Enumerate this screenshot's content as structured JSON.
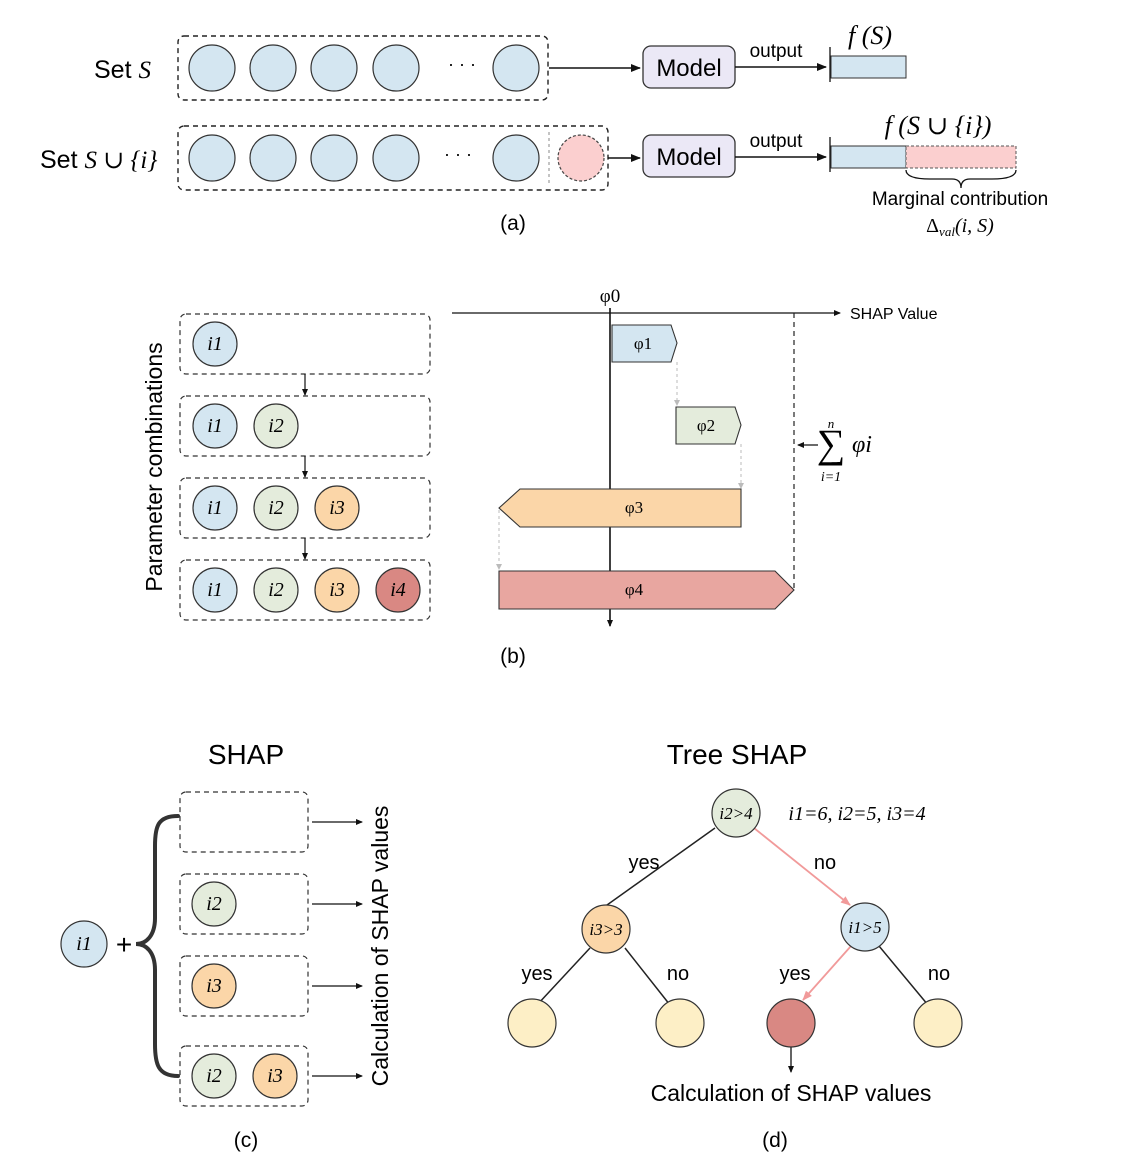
{
  "colors": {
    "blue": "#d4e6f1",
    "green": "#e4ecdc",
    "orange": "#fbd6a8",
    "red": "#e8a6a0",
    "red_dark": "#d98883",
    "pink": "#fbcfcf",
    "yellow": "#fdefc6",
    "model": "#ebe8f6",
    "arrow_red": "#f19a9a"
  },
  "panel_a": {
    "row1_label_text": "Set ",
    "row1_label_var": "S",
    "row2_label_text": "Set ",
    "row2_label_var": "S ∪ {i}",
    "ellipsis": "· · ·",
    "model_label": "Model",
    "output_label": "output",
    "f_s": "f (S)",
    "f_s_union": "f (S ∪ {i})",
    "marginal_label": "Marginal contribution",
    "delta_symbol": "Δ",
    "delta_sub": "val",
    "delta_args": "(i, S)",
    "caption": "(a)"
  },
  "panel_b": {
    "y_label": "Parameter combinations",
    "x_axis_label": "SHAP Value",
    "phi0": "φ0",
    "phi1": "φ1",
    "phi2": "φ2",
    "phi3": "φ3",
    "phi4": "φ4",
    "i1": "i1",
    "i2": "i2",
    "i3": "i3",
    "i4": "i4",
    "sum_n": "n",
    "sum_symbol": "∑",
    "sum_term": "φi",
    "sum_lower": "i=1",
    "caption": "(b)"
  },
  "panel_c": {
    "title": "SHAP",
    "i1": "i1",
    "plus": "+",
    "i2": "i2",
    "i3": "i3",
    "vertical_label": "Calculation of SHAP values",
    "caption": "(c)"
  },
  "panel_d": {
    "title": "Tree SHAP",
    "root_node": "i2>4",
    "values_text": "i1=6, i2=5, i3=4",
    "left_node": "i3>3",
    "right_node": "i1>5",
    "yes1": "yes",
    "no1": "no",
    "yes2": "yes",
    "no2": "no",
    "yes3": "yes",
    "no3": "no",
    "bottom_label": "Calculation of SHAP values",
    "caption": "(d)"
  }
}
